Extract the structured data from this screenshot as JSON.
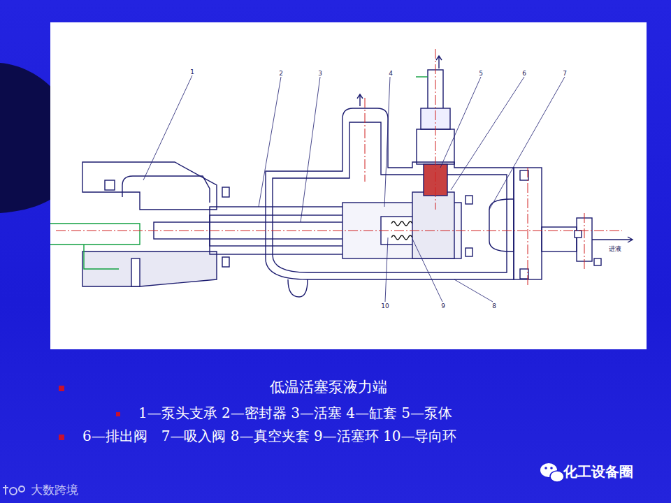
{
  "diagram": {
    "caption": "低温活塞泵液力端",
    "labels": [
      "1",
      "2",
      "3",
      "4",
      "5",
      "6",
      "7",
      "8",
      "9",
      "10",
      "进液",
      "1—泵头支承 2—密封器 3—活塞 4—缸套 5—泵体",
      "6—排出阀　7—吸入阀 8—真空夹套 9—活塞环 10—导向环",
      "化工设备圈",
      "大数跨境"
    ]
  }
}
